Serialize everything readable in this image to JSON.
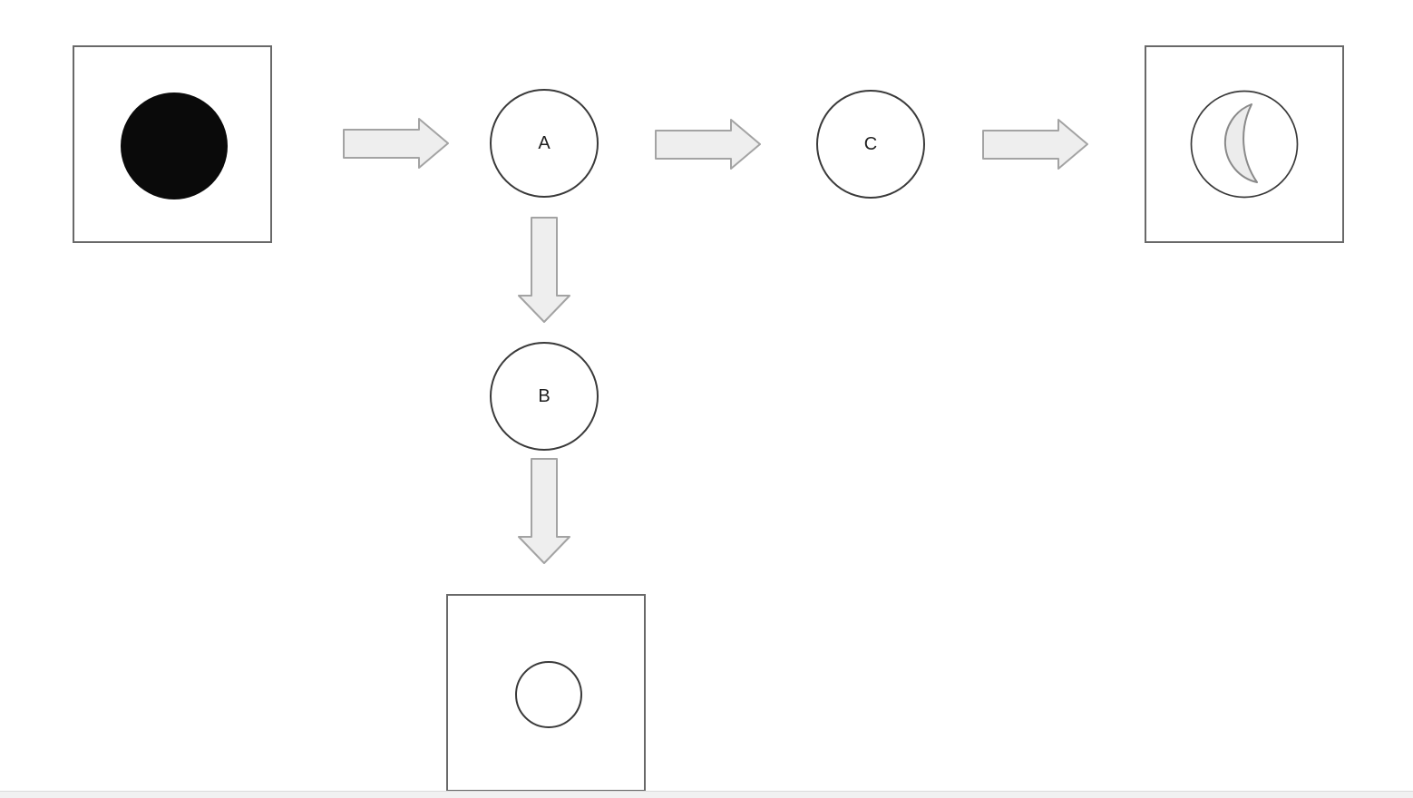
{
  "diagram": {
    "nodes": {
      "start_box": {
        "shape": "square",
        "content": "filled-black-circle"
      },
      "node_a": {
        "label": "A"
      },
      "node_b": {
        "label": "B"
      },
      "node_c": {
        "label": "C"
      },
      "moon_box": {
        "shape": "square",
        "content": "crescent-moon-inside-circle"
      },
      "dot_box": {
        "shape": "square",
        "content": "small-outlined-circle"
      }
    },
    "edges": [
      {
        "from": "start_box",
        "to": "node_a",
        "direction": "right"
      },
      {
        "from": "node_a",
        "to": "node_c",
        "direction": "right"
      },
      {
        "from": "node_c",
        "to": "moon_box",
        "direction": "right"
      },
      {
        "from": "node_a",
        "to": "node_b",
        "direction": "down"
      },
      {
        "from": "node_b",
        "to": "dot_box",
        "direction": "down"
      }
    ],
    "colors": {
      "background": "#ffffff",
      "box_stroke": "#696969",
      "circle_stroke": "#3a3a3a",
      "arrow_fill": "#eeeeee",
      "arrow_stroke": "#a3a3a3",
      "filled_circle": "#0a0a0a",
      "crescent_fill": "#ececec",
      "crescent_stroke": "#8a8a8a",
      "bottom_bar": "#f1f1f1"
    }
  }
}
